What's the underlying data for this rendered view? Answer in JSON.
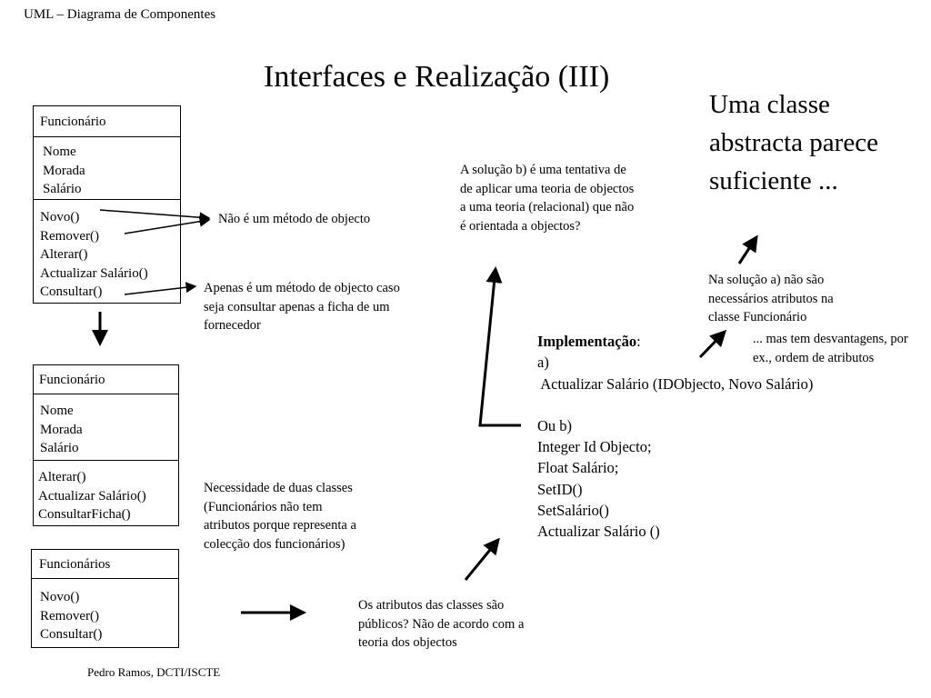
{
  "header": "UML – Diagrama de Componentes",
  "title": "Interfaces e Realização (III)",
  "footer": "Pedro Ramos, DCTI/ISCTE",
  "big_note": "Uma classe abstracta parece suficiente ...",
  "class_box_1": {
    "name": "Funcionário",
    "attributes": [
      "Nome",
      "Morada",
      "Salário"
    ],
    "methods": [
      "Novo()",
      "Remover()",
      "Alterar()",
      "Actualizar Salário()",
      "Consultar()"
    ]
  },
  "class_box_2": {
    "name": "Funcionário",
    "attributes": [
      "Nome",
      "Morada",
      "Salário"
    ],
    "methods": [
      "Alterar()",
      "Actualizar Salário()",
      "ConsultarFicha()"
    ]
  },
  "class_box_3": {
    "name": "Funcionários",
    "methods": [
      "Novo()",
      "Remover()",
      "Consultar()"
    ]
  },
  "notes": {
    "not_object_method": "Não é um método de objecto",
    "only_object_method": "Apenas é um método de objecto caso seja consultar apenas a ficha de um fornecedor",
    "two_classes": "Necessidade de duas classes (Funcionários não tem atributos porque representa a colecção dos funcionários)",
    "public_attributes": "Os atributos das classes são públicos?  Não de acordo com a teoria dos objectos",
    "solution_b": "A solução b) é uma tentativa de de aplicar uma teoria de objectos a uma teoria (relacional) que não é orientada a objectos?",
    "solution_a": "Na solução a) não são necessários atributos na classe Funcionário",
    "disadvantages": "... mas tem desvantagens, por ex., ordem de atributos"
  },
  "implementation": {
    "label": "Implementação",
    "colon": ":",
    "a_label": "a)",
    "a_line": " Actualizar Salário (IDObjecto, Novo Salário)",
    "b_label": "Ou b)",
    "b_lines": [
      "Integer Id Objecto;",
      "Float Salário;",
      "SetID()",
      "SetSalário()",
      "Actualizar Salário ()"
    ]
  }
}
